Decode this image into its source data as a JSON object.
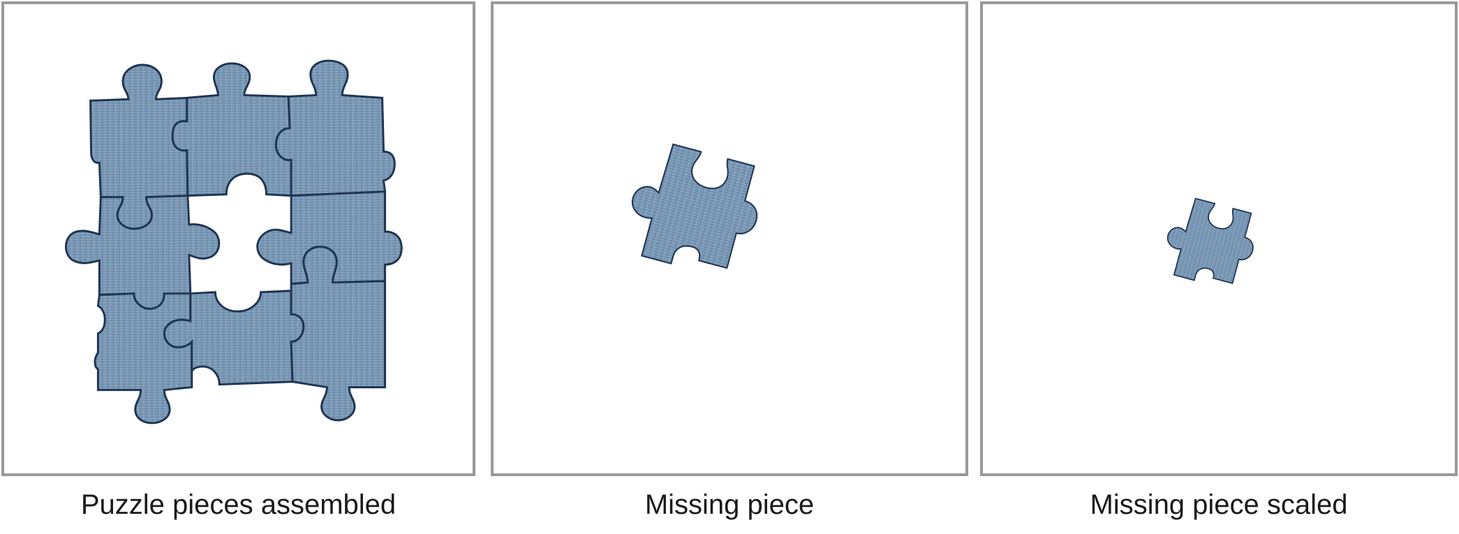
{
  "panels": [
    {
      "caption": "Puzzle pieces assembled",
      "image": "puzzle-assembled-with-gap"
    },
    {
      "caption": "Missing piece",
      "image": "single-puzzle-piece"
    },
    {
      "caption": "Missing piece scaled",
      "image": "single-puzzle-piece-small"
    }
  ],
  "colors": {
    "piece_fill": "#6f8fac",
    "piece_fill_light": "#8fa9c1",
    "piece_outline": "#1f3552",
    "frame_border": "#999999",
    "caption_text": "#1a1a1a"
  }
}
